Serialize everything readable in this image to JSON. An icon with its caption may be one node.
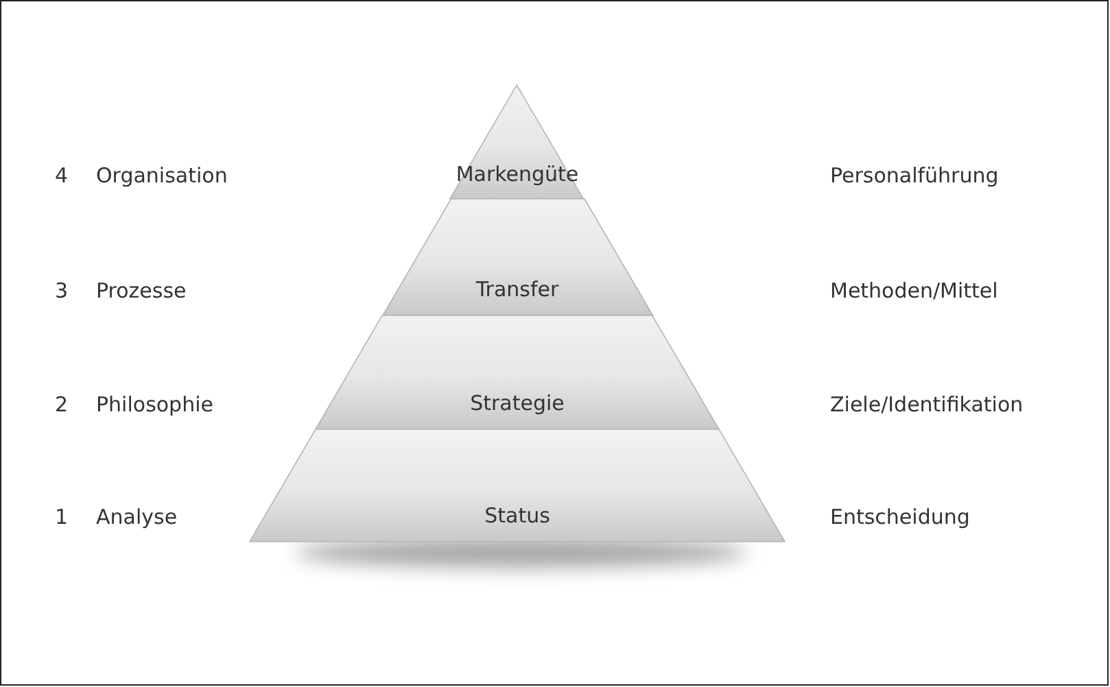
{
  "diagram": {
    "nodes": [
      {
        "text": [
          "Markengüte"
        ]
      },
      {
        "text": [
          "Transfer"
        ]
      },
      {
        "text": [
          "Strategie"
        ]
      },
      {
        "text": [
          "Status"
        ]
      }
    ],
    "labels": [
      "4",
      "Organisation",
      "Personalführung",
      "3",
      "Prozesse",
      "Methoden/Mittel",
      "2",
      "Philosophie",
      "Ziele/Identifikation",
      "1",
      "Analyse",
      "Entscheidung"
    ]
  }
}
